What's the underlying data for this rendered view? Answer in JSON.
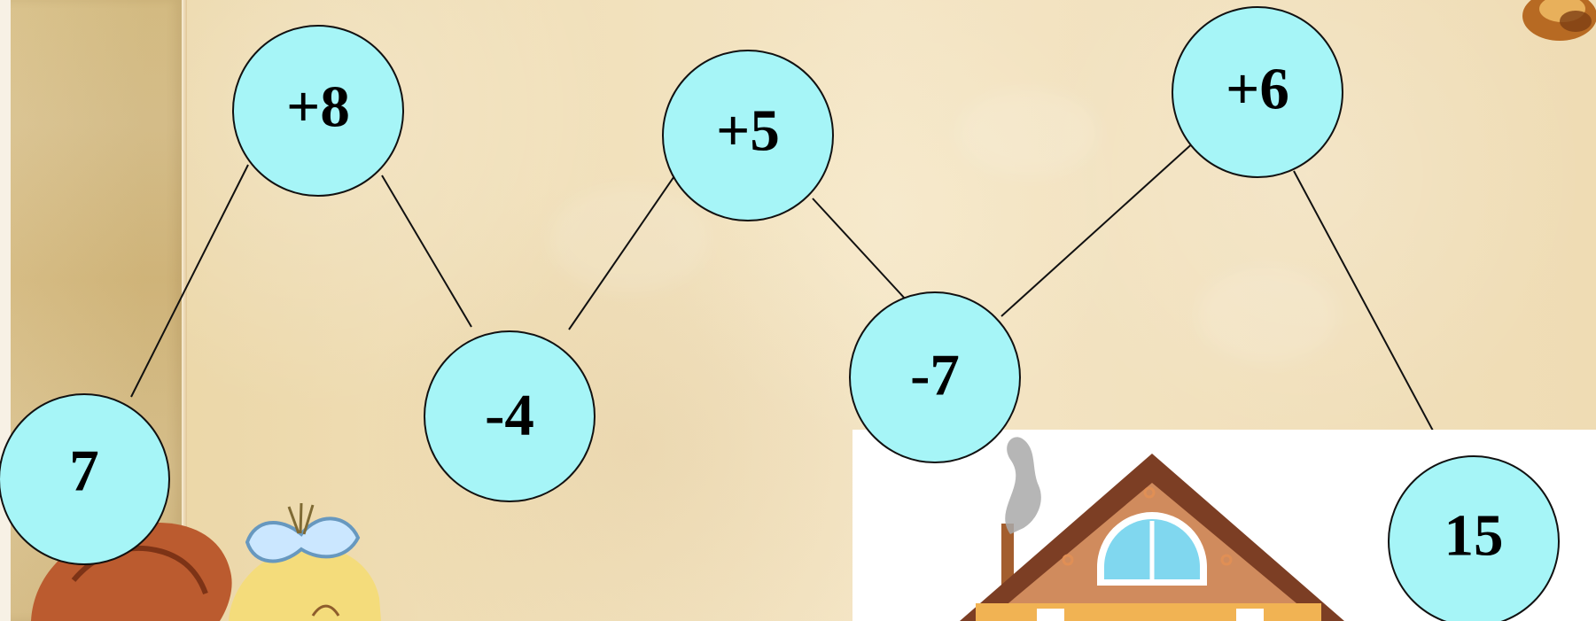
{
  "diagram": {
    "nodes": [
      {
        "id": "n1",
        "label": "7"
      },
      {
        "id": "n2",
        "label": "+8"
      },
      {
        "id": "n3",
        "label": "-4"
      },
      {
        "id": "n4",
        "label": "+5"
      },
      {
        "id": "n5",
        "label": "-7"
      },
      {
        "id": "n6",
        "label": "+6"
      },
      {
        "id": "n7",
        "label": "15"
      }
    ]
  },
  "colors": {
    "node_fill": "#a6f5f7",
    "line": "#111111",
    "background": "#efdcb2"
  },
  "icons": {
    "left_character": "children-icon",
    "house": "house-icon",
    "corner_object": "cup-icon"
  }
}
